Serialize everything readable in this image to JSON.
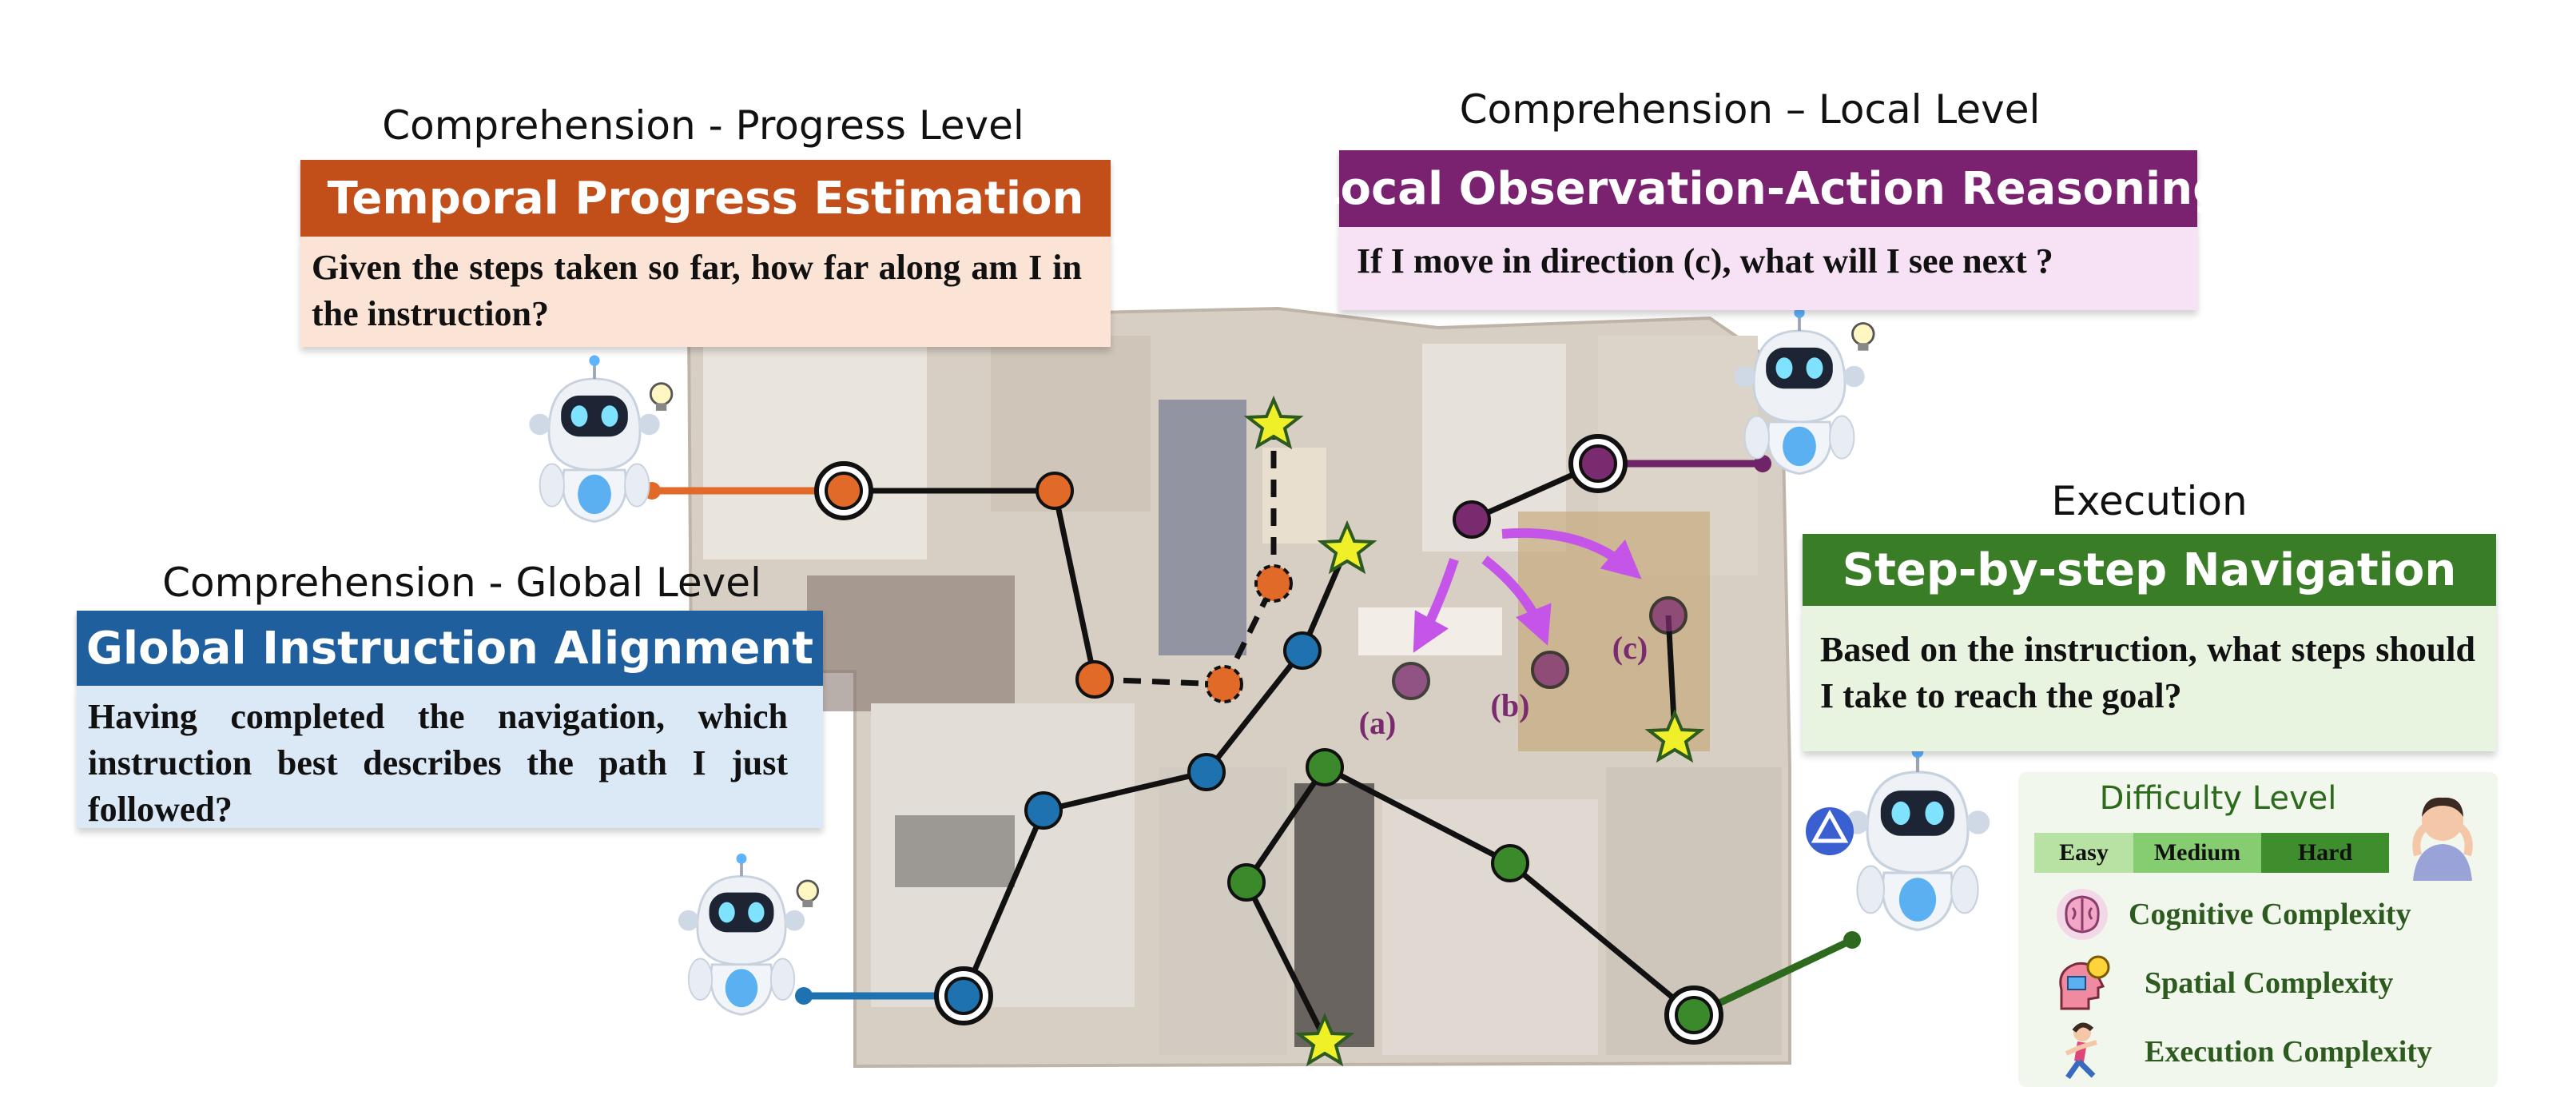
{
  "panels": {
    "progress": {
      "section": "Comprehension - Progress Level",
      "header": "Temporal Progress Estimation",
      "question": "Given the steps taken so far, how far along am I in the instruction?",
      "header_color": "#c24f1a",
      "box_color": "#fbe3d6"
    },
    "local": {
      "section": "Comprehension – Local Level",
      "header": "Local Observation-Action Reasoning",
      "question": "If I move in direction (c), what will I see next ?",
      "header_color": "#7a226f",
      "box_color": "#f6e2f4"
    },
    "global": {
      "section": "Comprehension - Global Level",
      "header": "Global Instruction Alignment",
      "question": "Having completed the navigation, which instruction best describes the path I just followed?",
      "header_color": "#1f5f9e",
      "box_color": "#dbe8f6"
    },
    "execution": {
      "section": "Execution",
      "header": "Step-by-step Navigation",
      "question": "Based on the instruction, what steps should I take to reach the goal?",
      "header_color": "#3a7d27",
      "box_color": "#e8f4df"
    }
  },
  "direction_labels": {
    "a": "(a)",
    "b": "(b)",
    "c": "(c)"
  },
  "difficulty": {
    "title": "Difficulty Level",
    "levels": [
      "Easy",
      "Medium",
      "Hard"
    ],
    "level_colors": [
      "#b7e2a3",
      "#86cd72",
      "#3f8e2e"
    ],
    "complexities": [
      "Cognitive Complexity",
      "Spatial Complexity",
      "Execution Complexity"
    ]
  },
  "icons": {
    "robot": "robot-icon",
    "start": "start-node-icon",
    "goal": "goal-star-icon",
    "thinking_person": "thinking-person-icon",
    "brain": "brain-icon",
    "head_lightbulb": "head-lightbulb-icon",
    "runner": "runner-icon"
  },
  "colors": {
    "orange": "#e16a28",
    "blue": "#1f72b0",
    "purple": "#7a2a6e",
    "green": "#3a8a2c",
    "arrow": "#c455e8",
    "star": "#f0f028"
  }
}
